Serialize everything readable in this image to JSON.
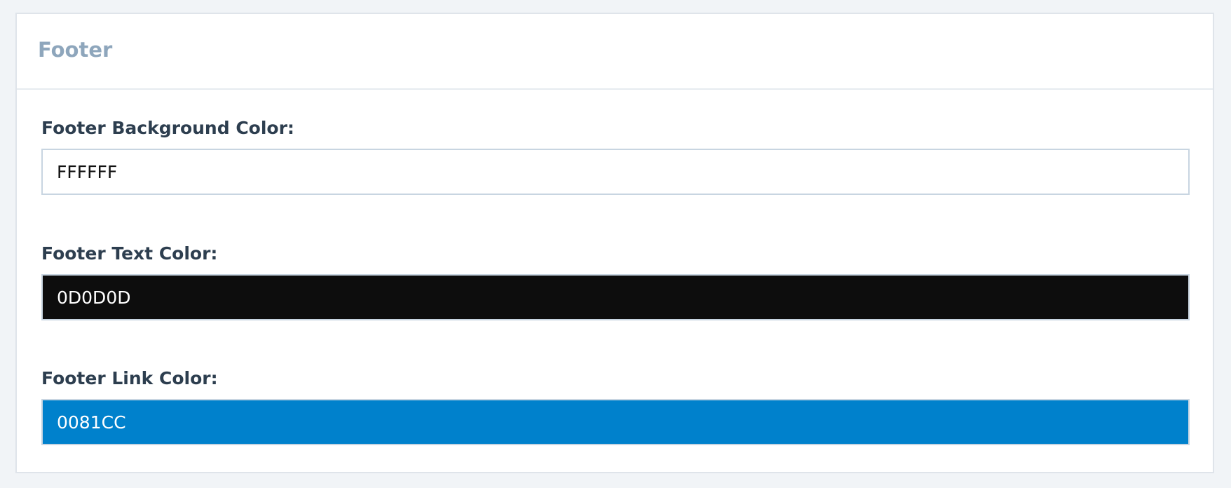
{
  "panel": {
    "title": "Footer"
  },
  "fields": [
    {
      "label": "Footer Background Color:",
      "value": "FFFFFF",
      "background": "#FFFFFF",
      "text_color": "#111111"
    },
    {
      "label": "Footer Text Color:",
      "value": "0D0D0D",
      "background": "#0D0D0D",
      "text_color": "#FFFFFF"
    },
    {
      "label": "Footer Link Color:",
      "value": "0081CC",
      "background": "#0081CC",
      "text_color": "#FFFFFF"
    }
  ]
}
